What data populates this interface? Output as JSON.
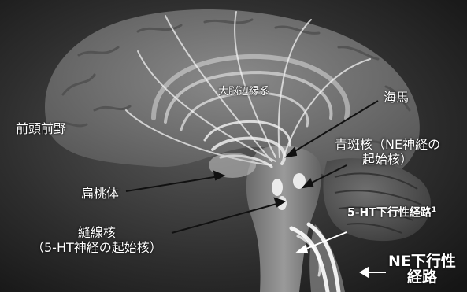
{
  "labels": {
    "limbic": "大脳辺縁系",
    "hippocampus": "海馬",
    "prefrontal": "前頭前野",
    "locus_coeruleus_line1": "青斑核（NE神経の",
    "locus_coeruleus_line2": "起始核）",
    "amygdala": "扁桃体",
    "raphe_line1": "縫線核",
    "raphe_line2": "（5-HT神経の起始核）",
    "serotonin_path": "5-HT下行性経路",
    "serotonin_path_note": "1",
    "ne_path_line1": "NE下行性",
    "ne_path_line2": "経路"
  }
}
